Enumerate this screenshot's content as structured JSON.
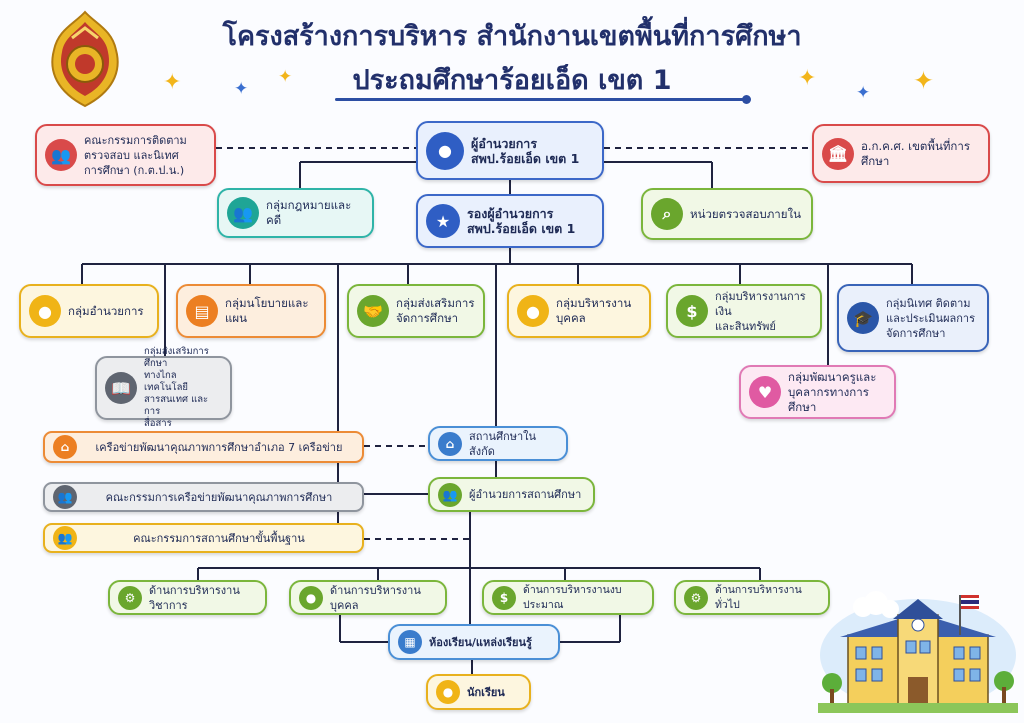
{
  "title": {
    "line1": "โครงสร้างการบริหาร สำนักงานเขตพื้นที่การศึกษา",
    "line2": "ประถมศึกษาร้อยเอ็ด เขต 1"
  },
  "nodes": {
    "director": "ผู้อำนวยการ\nสพป.ร้อยเอ็ด เขต 1",
    "deputy": "รองผู้อำนวยการ\nสพป.ร้อยเอ็ด เขต 1",
    "committee_monitor": "คณะกรรมการติดตาม\nตรวจสอบ และนิเทศ\nการศึกษา (ก.ต.ป.น.)",
    "akhs": "อ.ก.ค.ศ. เขตพื้นที่การ\nศึกษา",
    "legal": "กลุ่มกฎหมายและคดี",
    "audit": "หน่วยตรวจสอบภายใน",
    "admin": "กลุ่มอำนวยการ",
    "policy": "กลุ่มนโยบายและแผน",
    "promotion": "กลุ่มส่งเสริมการ\nจัดการศึกษา",
    "personnel": "กลุ่มบริหารงานบุคคล",
    "finance": "กลุ่มบริหารงานการเงิน\nและสินทรัพย์",
    "supervision": "กลุ่มนิเทศ ติดตาม\nและประเมินผลการ\nจัดการศึกษา",
    "distance": "กลุ่มส่งเสริมการศึกษา\nทางไกล เทคโนโลยี\nสารสนเทศ และการ\nสื่อสาร",
    "teacher_dev": "กลุ่มพัฒนาครูและ\nบุคลากรทางการศึกษา",
    "network7": "เครือข่ายพัฒนาคุณภาพการศึกษาอำเภอ 7 เครือข่าย",
    "network_committee": "คณะกรรมการเครือข่ายพัฒนาคุณภาพการศึกษา",
    "basic_committee": "คณะกรรมการสถานศึกษาขั้นพื้นฐาน",
    "schools": "สถานศึกษาในสังกัด",
    "school_director": "ผู้อำนวยการสถานศึกษา",
    "academic": "ด้านการบริหารงานวิชาการ",
    "personnel_side": "ด้านการบริหารงานบุคคล",
    "budget": "ด้านการบริหารงานงบประมาณ",
    "general": "ด้านการบริหารงานทั่วไป",
    "classroom": "ห้องเรียน/แหล่งเรียนรู้",
    "students": "นักเรียน"
  },
  "icons": {
    "director": "user-icon",
    "deputy": "badge-star-icon",
    "committee_monitor": "group-icon",
    "akhs": "building-columns-icon",
    "legal": "group-icon",
    "audit": "magnifier-icon",
    "admin": "user-icon",
    "policy": "document-icon",
    "promotion": "handshake-icon",
    "personnel": "user-icon",
    "finance": "dollar-icon",
    "supervision": "graduation-cap-icon",
    "distance": "book-icon",
    "teacher_dev": "heart-icon",
    "network7": "school-icon",
    "network_committee": "group-icon",
    "basic_committee": "group-icon",
    "schools": "school-icon",
    "school_director": "group-icon",
    "academic": "user-gear-icon",
    "personnel_side": "user-icon",
    "budget": "dollar-icon",
    "general": "gear-icon",
    "classroom": "classroom-icon",
    "students": "student-icon"
  },
  "colors": {
    "title": "#22306b",
    "red": "#d94a4a",
    "blue": "#3c68c8",
    "teal": "#2fb4a8",
    "green": "#7bb63c",
    "yellow": "#e8b11e",
    "orange": "#ec8b36",
    "gray": "#8f959e",
    "pink": "#e07ab5"
  }
}
